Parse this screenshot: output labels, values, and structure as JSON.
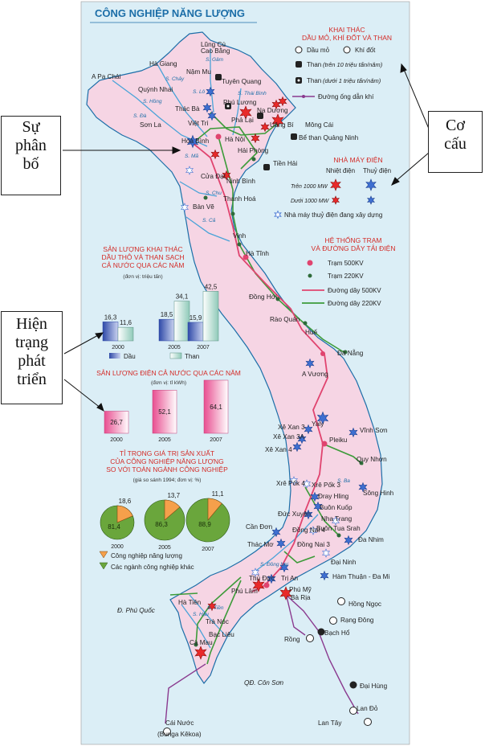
{
  "map": {
    "title": "CÔNG NGHIỆP NĂNG LƯỢNG",
    "colors": {
      "land": "#f6d5e4",
      "sea": "#dbeef6",
      "border": "#1c6ea8",
      "river": "#4aa3d8",
      "line500": "#e0446f",
      "line220": "#3d9b3a",
      "pipeline": "#8a3a8f",
      "heading": "#d42b27",
      "oil_bar": "#4a63b8",
      "coal_bar": "#9fd3c4",
      "power_bar": "#ef6fa5",
      "energy_slice": "#f5a04b",
      "other_slice": "#6aa63c"
    }
  },
  "legend_mining": {
    "heading": "KHAI THÁC\nDẦU MỎ, KHÍ ĐỐT VÀ THAN",
    "oil": "Dầu mỏ",
    "gas": "Khí đốt",
    "coal_big": "Than",
    "coal_big_note": "(trên 10 triệu tấn/năm)",
    "coal_small": "Than",
    "coal_small_note": "(dưới 1 triệu tấn/năm)",
    "pipeline": "Đường ống dẫn khí"
  },
  "legend_plants": {
    "heading": "NHÀ MÁY ĐIỆN",
    "col_thermal": "Nhiệt điện",
    "col_hydro": "Thuỷ điện",
    "row_over": "Trên 1000 MW",
    "row_under": "Dưới 1000 MW",
    "building": "Nhà máy thuỷ điện đang xây dựng"
  },
  "legend_grid": {
    "heading": "HỆ THỐNG TRẠM\nVÀ ĐƯỜNG DÂY TẢI ĐIỆN",
    "station500": "Trạm 500KV",
    "station220": "Trạm 220KV",
    "line500": "Đường dây 500KV",
    "line220": "Đường dây 220KV"
  },
  "callouts": {
    "distribution": [
      "Sự",
      "phân",
      "bố"
    ],
    "structure": [
      "Cơ",
      "cấu"
    ],
    "status": [
      "Hiện",
      "trạng",
      "phát",
      "triển"
    ]
  },
  "places": [
    {
      "name": "Lũng Cú"
    },
    {
      "name": "Cao Bằng"
    },
    {
      "name": "Hà Giang"
    },
    {
      "name": "A Pa Chải"
    },
    {
      "name": "Nậm Mu"
    },
    {
      "name": "Tuyên Quang"
    },
    {
      "name": "Quỳnh Nhai"
    },
    {
      "name": "Thác Bà"
    },
    {
      "name": "Na Dương"
    },
    {
      "name": "Phú Lương"
    },
    {
      "name": "Sơn La"
    },
    {
      "name": "Việt Trì"
    },
    {
      "name": "Phả Lại"
    },
    {
      "name": "Uông Bí"
    },
    {
      "name": "Mông Cái"
    },
    {
      "name": "Bể than Quảng Ninh"
    },
    {
      "name": "Hoà Bình"
    },
    {
      "name": "Hà Nội"
    },
    {
      "name": "Hải Phòng"
    },
    {
      "name": "Tiền Hải"
    },
    {
      "name": "Cửa Đạt"
    },
    {
      "name": "Ninh Bình"
    },
    {
      "name": "Thanh Hoá"
    },
    {
      "name": "Bản Vẽ"
    },
    {
      "name": "Vinh"
    },
    {
      "name": "Hà Tĩnh"
    },
    {
      "name": "Đồng Hới"
    },
    {
      "name": "Rào Quán"
    },
    {
      "name": "Huế"
    },
    {
      "name": "Đà Nẵng"
    },
    {
      "name": "A Vương"
    },
    {
      "name": "Yaly"
    },
    {
      "name": "Xê Xan 3"
    },
    {
      "name": "Xê Xan 3A"
    },
    {
      "name": "Xê Xan 4"
    },
    {
      "name": "Pleiku"
    },
    {
      "name": "Vĩnh Sơn"
    },
    {
      "name": "Quy Nhơn"
    },
    {
      "name": "Xrê Pốk 4"
    },
    {
      "name": "Xrê Pốk 3"
    },
    {
      "name": "Sông Hinh"
    },
    {
      "name": "Đray Hling"
    },
    {
      "name": "Buôn Kuốp"
    },
    {
      "name": "Đức Xuyên"
    },
    {
      "name": "Nha Trang"
    },
    {
      "name": "Buôn Tua Srah"
    },
    {
      "name": "Cần Đơn"
    },
    {
      "name": "Đồng Nai 4"
    },
    {
      "name": "Đồng Nai 3"
    },
    {
      "name": "Đa Nhim"
    },
    {
      "name": "Thác Mơ"
    },
    {
      "name": "Đại Ninh"
    },
    {
      "name": "Thủ Đức"
    },
    {
      "name": "Trị An"
    },
    {
      "name": "Hàm Thuận - Đa Mi"
    },
    {
      "name": "Hà Tiên"
    },
    {
      "name": "Phú Lâm"
    },
    {
      "name": "Phú Mỹ"
    },
    {
      "name": "Bà Rịa"
    },
    {
      "name": "Hồng Ngọc"
    },
    {
      "name": "Rạng Đông"
    },
    {
      "name": "Trà Nóc"
    },
    {
      "name": "Bạch Hổ"
    },
    {
      "name": "Bạc Liêu"
    },
    {
      "name": "Rồng"
    },
    {
      "name": "Cà Mau"
    },
    {
      "name": "Đại Hùng"
    },
    {
      "name": "Cái Nước"
    },
    {
      "name": "(Bunga Kêkoa)"
    },
    {
      "name": "Lan Đỏ"
    },
    {
      "name": "Lan Tây"
    },
    {
      "name": "Đ. Phú Quốc"
    },
    {
      "name": "QĐ. Côn Sơn"
    }
  ],
  "rivers": [
    "S. Gâm",
    "S. Lô",
    "S. Hồng",
    "S. Chảy",
    "S. Đà",
    "S. Thái Bình",
    "S. Mã",
    "S. Chu",
    "S. Cả",
    "S. Ba",
    "S. Đồng Nai",
    "S. Tiền",
    "S. Hậu"
  ],
  "chart_data": [
    {
      "type": "bar",
      "title": "SẢN LƯỢNG KHAI THÁC\nDẦU THÔ VÀ THAN SẠCH\nCẢ NƯỚC QUA CÁC NĂM",
      "unit": "(đơn vị: triệu tấn)",
      "categories": [
        "2000",
        "2005",
        "2007"
      ],
      "series": [
        {
          "name": "Dầu",
          "values": [
            16.3,
            18.5,
            15.9
          ],
          "labels": [
            "16,3",
            "18,5",
            "15,9"
          ]
        },
        {
          "name": "Than",
          "values": [
            11.6,
            34.1,
            42.5
          ],
          "labels": [
            "11,6",
            "34,1",
            "42,5"
          ]
        }
      ]
    },
    {
      "type": "bar",
      "title": "SẢN LƯỢNG ĐIỆN CẢ NƯỚC QUA CÁC NĂM",
      "unit": "(đơn vị: tỉ kWh)",
      "categories": [
        "2000",
        "2005",
        "2007"
      ],
      "values": [
        26.7,
        52.1,
        64.1
      ],
      "labels": [
        "26,7",
        "52,1",
        "64,1"
      ]
    },
    {
      "type": "pie",
      "title": "TỈ TRỌNG GIÁ TRỊ SẢN XUẤT\nCỦA CÔNG NGHIỆP NĂNG LƯỢNG\nSO VỚI TOÀN NGÀNH CÔNG NGHIỆP",
      "unit": "(giá so sánh 1994; đơn vị: %)",
      "categories": [
        "2000",
        "2005",
        "2007"
      ],
      "series": [
        {
          "name": "Công nghiệp năng lượng",
          "values": [
            18.6,
            13.7,
            11.1
          ],
          "labels": [
            "18,6",
            "13,7",
            "11,1"
          ]
        },
        {
          "name": "Các ngành công nghiệp khác",
          "values": [
            81.4,
            86.3,
            88.9
          ],
          "labels": [
            "81,4",
            "86,3",
            "88,9"
          ]
        }
      ]
    }
  ]
}
